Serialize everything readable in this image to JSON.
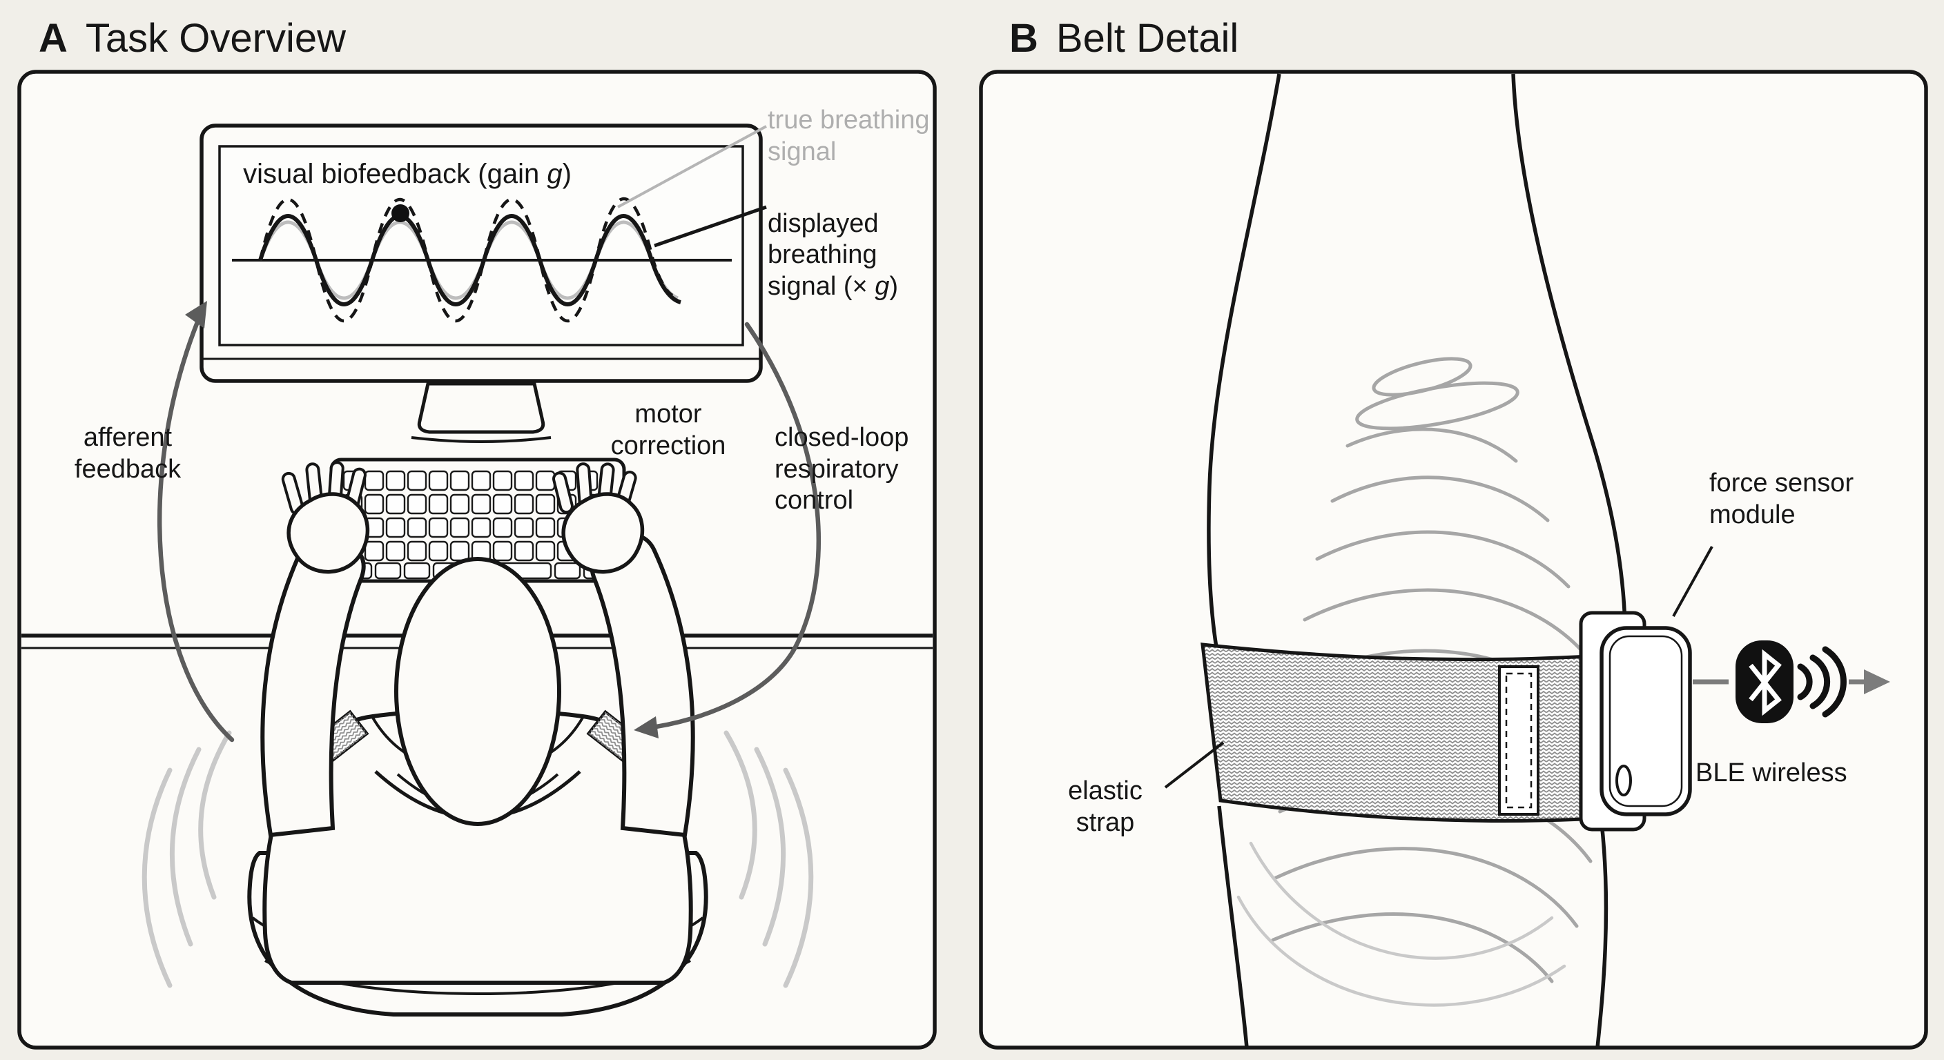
{
  "figure": {
    "background_color": "#f1efe9",
    "ink_color": "#161616",
    "gray_signal_color": "#aeaeae",
    "arrow_gray_color": "#5c5c5c"
  },
  "panel_a": {
    "label": "A",
    "title": "Task Overview",
    "screen_title": {
      "pre": "visual biofeedback (gain ",
      "gain": "g",
      "post": ")"
    },
    "labels": {
      "true_signal": "true breathing\nsignal",
      "displayed_signal": {
        "pre": "displayed\nbreathing\nsignal (× ",
        "gain": "g",
        "post": ")"
      },
      "afferent": "afferent\nfeedback",
      "motor": "motor\ncorrection",
      "closed_loop": "closed-loop\nrespiratory\ncontrol"
    }
  },
  "panel_b": {
    "label": "B",
    "title": "Belt Detail",
    "labels": {
      "force_sensor": "force sensor\nmodule",
      "elastic_strap": "elastic\nstrap",
      "ble": "BLE wireless"
    },
    "icons": {
      "bluetooth": "bluetooth-icon",
      "wireless_waves": "signal-waves-icon",
      "arrow": "arrow-right-icon"
    }
  }
}
